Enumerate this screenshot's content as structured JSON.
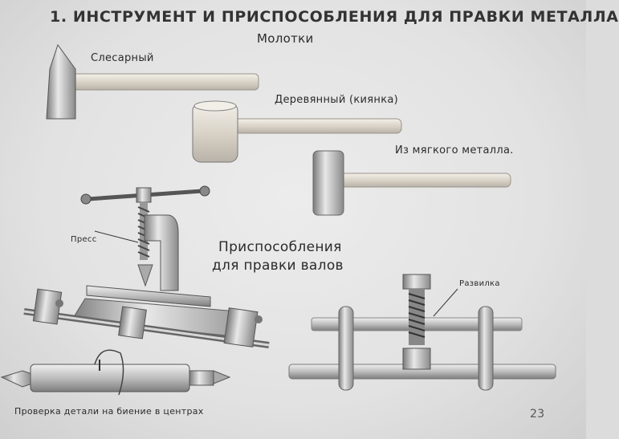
{
  "title": "1. ИНСТРУМЕНТ И ПРИСПОСОБЛЕНИЯ ДЛЯ ПРАВКИ МЕТАЛЛА",
  "subtitle": "Молотки",
  "hammers": {
    "locksmith": "Слесарный",
    "wooden": "Деревянный (киянка)",
    "soft_metal": "Из мягкого металла."
  },
  "fixtures": {
    "heading_line1": "Приспособления",
    "heading_line2": "для правки валов",
    "press_label": "Пресс",
    "fork_label": "Развилка"
  },
  "caption": "Проверка детали на биение в центрах",
  "page_number": "23"
}
